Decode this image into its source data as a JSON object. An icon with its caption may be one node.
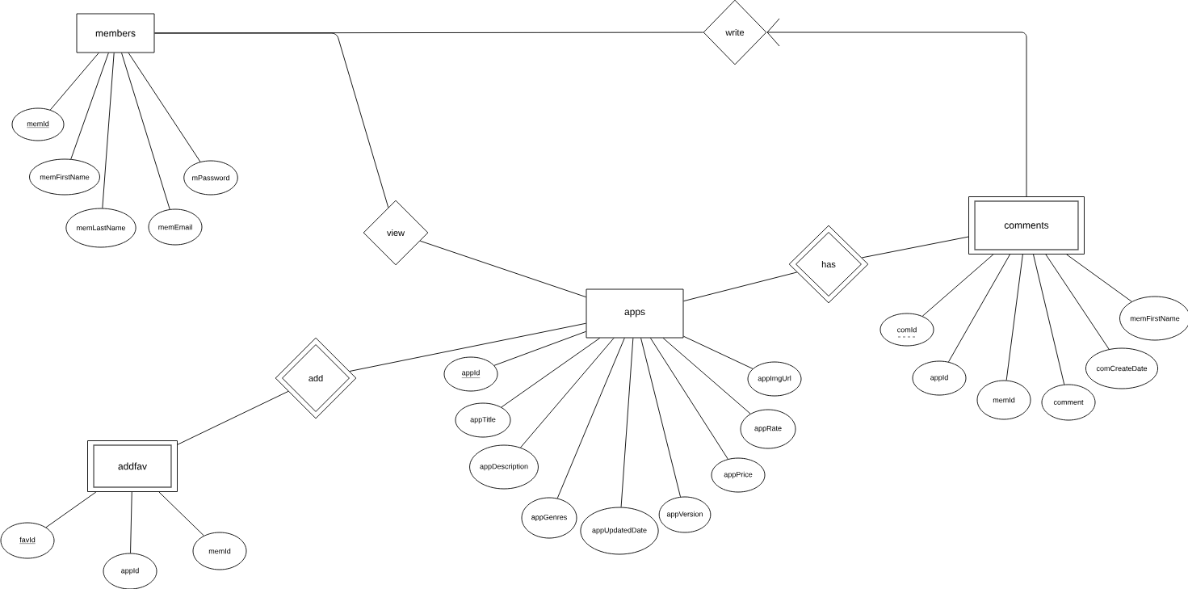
{
  "diagram": {
    "nodes": [
      {
        "text": [
          "members"
        ]
      },
      {
        "text": [
          "write"
        ]
      },
      {
        "text": [
          "memId"
        ]
      },
      {
        "text": [
          "memFirstName"
        ]
      },
      {
        "text": [
          "memLastName"
        ]
      },
      {
        "text": [
          "memEmail"
        ]
      },
      {
        "text": [
          "mPassword"
        ]
      },
      {
        "text": [
          "view"
        ]
      },
      {
        "text": [
          "comments"
        ]
      },
      {
        "text": [
          "has"
        ]
      },
      {
        "text": [
          "apps"
        ]
      },
      {
        "text": [
          "add"
        ]
      },
      {
        "text": [
          "comId"
        ]
      },
      {
        "text": [
          "appId"
        ]
      },
      {
        "text": [
          "memId"
        ]
      },
      {
        "text": [
          "comment"
        ]
      },
      {
        "text": [
          "comCreateDate"
        ]
      },
      {
        "text": [
          "memFirstName"
        ]
      },
      {
        "text": [
          "appId"
        ]
      },
      {
        "text": [
          "appTitle"
        ]
      },
      {
        "text": [
          "appDescription"
        ]
      },
      {
        "text": [
          "appGenres"
        ]
      },
      {
        "text": [
          "appUpdatedDate"
        ]
      },
      {
        "text": [
          "appVersion"
        ]
      },
      {
        "text": [
          "appPrice"
        ]
      },
      {
        "text": [
          "appRate"
        ]
      },
      {
        "text": [
          "appImgUrl"
        ]
      },
      {
        "text": [
          "addfav"
        ]
      },
      {
        "text": [
          "favId"
        ]
      },
      {
        "text": [
          "appId"
        ]
      },
      {
        "text": [
          "memId"
        ]
      }
    ],
    "edges": [
      {
        "from": 0,
        "to": 1,
        "arrow": "none"
      },
      {
        "from": 0,
        "to": 7,
        "arrow": "none"
      },
      {
        "from": 8,
        "to": 1,
        "arrow": "to"
      },
      {
        "from": 7,
        "to": 10,
        "arrow": "none"
      },
      {
        "from": 9,
        "to": 10,
        "arrow": "none"
      },
      {
        "from": 8,
        "to": 9,
        "arrow": "none"
      },
      {
        "from": 10,
        "to": 11,
        "arrow": "none"
      },
      {
        "from": 11,
        "to": 27,
        "arrow": "none"
      },
      {
        "from": 0,
        "to": 2,
        "arrow": "none"
      },
      {
        "from": 0,
        "to": 3,
        "arrow": "none"
      },
      {
        "from": 0,
        "to": 4,
        "arrow": "none"
      },
      {
        "from": 0,
        "to": 5,
        "arrow": "none"
      },
      {
        "from": 0,
        "to": 6,
        "arrow": "none"
      },
      {
        "from": 8,
        "to": 12,
        "arrow": "none"
      },
      {
        "from": 8,
        "to": 13,
        "arrow": "none"
      },
      {
        "from": 8,
        "to": 14,
        "arrow": "none"
      },
      {
        "from": 8,
        "to": 15,
        "arrow": "none"
      },
      {
        "from": 8,
        "to": 16,
        "arrow": "none"
      },
      {
        "from": 8,
        "to": 17,
        "arrow": "none"
      },
      {
        "from": 10,
        "to": 18,
        "arrow": "none"
      },
      {
        "from": 10,
        "to": 19,
        "arrow": "none"
      },
      {
        "from": 10,
        "to": 20,
        "arrow": "none"
      },
      {
        "from": 10,
        "to": 21,
        "arrow": "none"
      },
      {
        "from": 10,
        "to": 22,
        "arrow": "none"
      },
      {
        "from": 10,
        "to": 23,
        "arrow": "none"
      },
      {
        "from": 10,
        "to": 24,
        "arrow": "none"
      },
      {
        "from": 10,
        "to": 25,
        "arrow": "none"
      },
      {
        "from": 10,
        "to": 26,
        "arrow": "none"
      },
      {
        "from": 27,
        "to": 28,
        "arrow": "none"
      },
      {
        "from": 27,
        "to": 29,
        "arrow": "none"
      },
      {
        "from": 27,
        "to": 30,
        "arrow": "none"
      }
    ]
  }
}
